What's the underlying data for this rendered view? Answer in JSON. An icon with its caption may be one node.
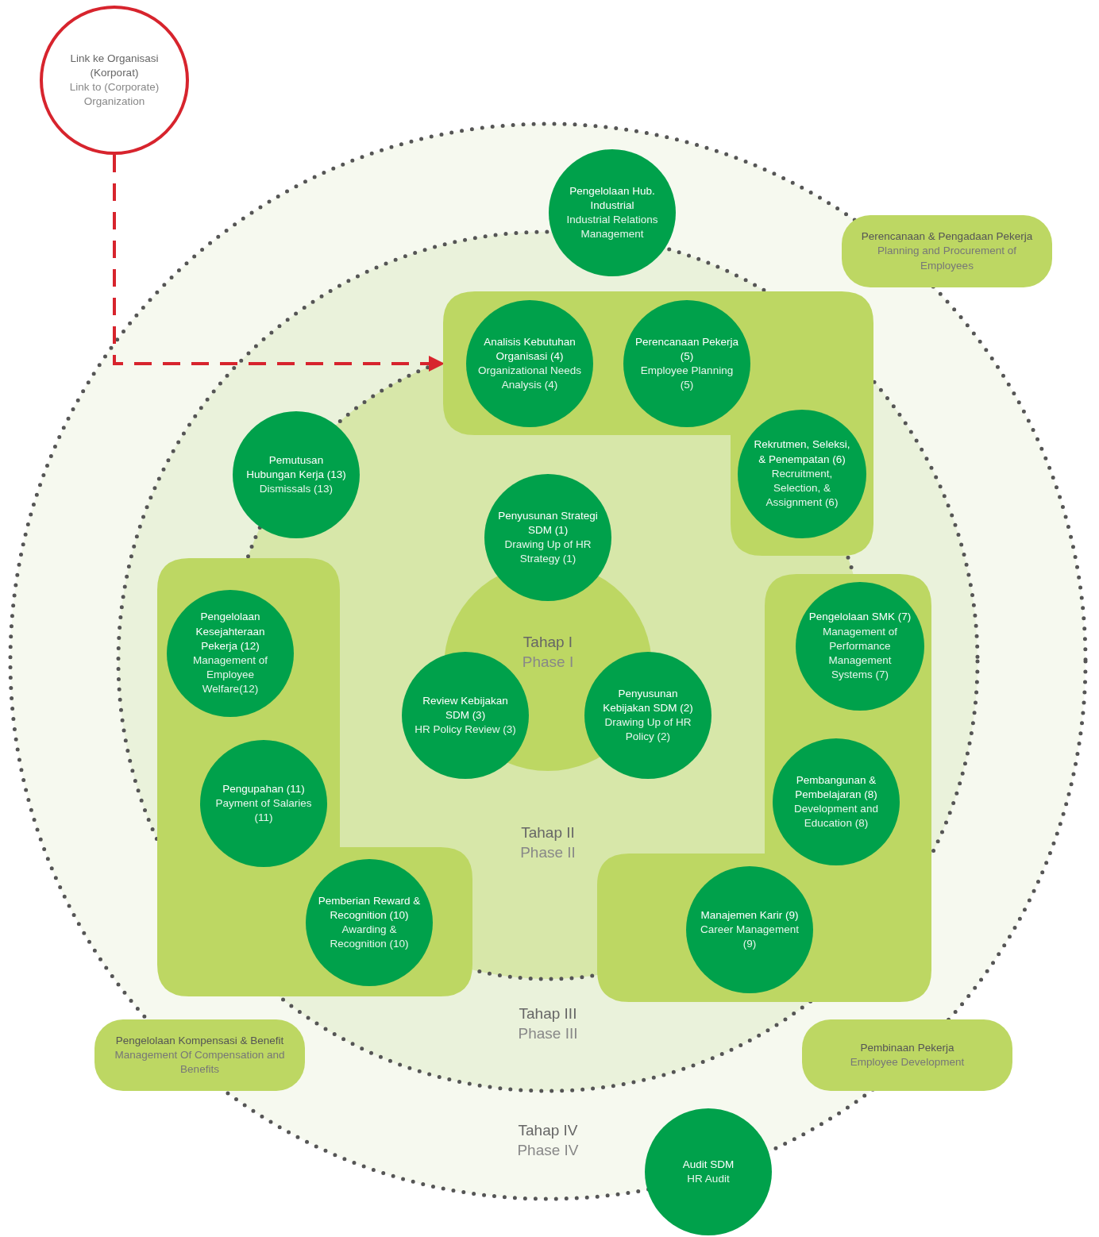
{
  "diagram": {
    "nodes": [
      {
        "text": [
          "Link ke Organisasi (Korporat)",
          "Link to (Corporate) Organization"
        ]
      },
      {
        "text": [
          "Pengelolaan Hub. Industrial",
          "Industrial Relations Management"
        ]
      },
      {
        "text": [
          "Perencanaan & Pengadaan Pekerja",
          "Planning and Procurement of Employees"
        ]
      },
      {
        "text": [],
        "shape": "box"
      },
      {
        "text": [
          "Analisis Kebutuhan Organisasi (4)",
          "Organizational Needs Analysis (4)"
        ],
        "in": 3
      },
      {
        "text": [
          "Perencanaan Pekerja (5)",
          "Employee Planning (5)"
        ],
        "in": 3
      },
      {
        "text": [
          "Rekrutmen, Seleksi, & Penempatan (6)",
          "Recruitment, Selection, & Assignment (6)"
        ],
        "in": 3
      },
      {
        "text": [
          "Pemutusan Hubungan Kerja (13)",
          "Dismissals (13)"
        ]
      },
      {
        "text": [
          "Penyusunan Strategi SDM (1)",
          "Drawing Up of HR Strategy (1)"
        ]
      },
      {
        "text": [],
        "shape": "box"
      },
      {
        "text": [
          "Pengelolaan Kesejahteraan Pekerja (12)",
          "Management of Employee Welfare(12)"
        ],
        "in": 9
      },
      {
        "text": [
          "Pengupahan (11)",
          "Payment of Salaries (11)"
        ],
        "in": 9
      },
      {
        "text": [
          "Pemberian Reward & Recognition (10)",
          "Awarding & Recognition (10)"
        ],
        "in": 9
      },
      {
        "text": [],
        "shape": "box"
      },
      {
        "text": [
          "Pengelolaan SMK (7)",
          "Management of Performance Management Systems (7)"
        ],
        "in": 13
      },
      {
        "text": [
          "Pembangunan & Pembelajaran (8)",
          "Development and Education (8)"
        ],
        "in": 13
      },
      {
        "text": [
          "Manajemen Karir (9)",
          "Career Management (9)"
        ],
        "in": 13
      },
      {
        "text": [
          "Review Kebijakan SDM (3)",
          "HR Policy Review (3)"
        ]
      },
      {
        "text": [
          "Penyusunan Kebijakan SDM (2)",
          "Drawing Up of HR Policy (2)"
        ]
      },
      {
        "text": [
          "Pengelolaan Kompensasi & Benefit",
          "Management Of Compensation and Benefits"
        ]
      },
      {
        "text": [
          "Pembinaan Pekerja",
          "Employee Development"
        ]
      },
      {
        "text": [
          "Audit SDM",
          "HR Audit"
        ]
      }
    ],
    "edges": [
      {
        "from": 0,
        "to": 3,
        "arrow": "to",
        "style": "dashed",
        "color": "#d7242d"
      }
    ],
    "labels": [
      "Tahap I",
      "Phase I",
      "Tahap II",
      "Phase II",
      "Tahap III",
      "Phase III",
      "Tahap IV",
      "Phase IV"
    ]
  }
}
